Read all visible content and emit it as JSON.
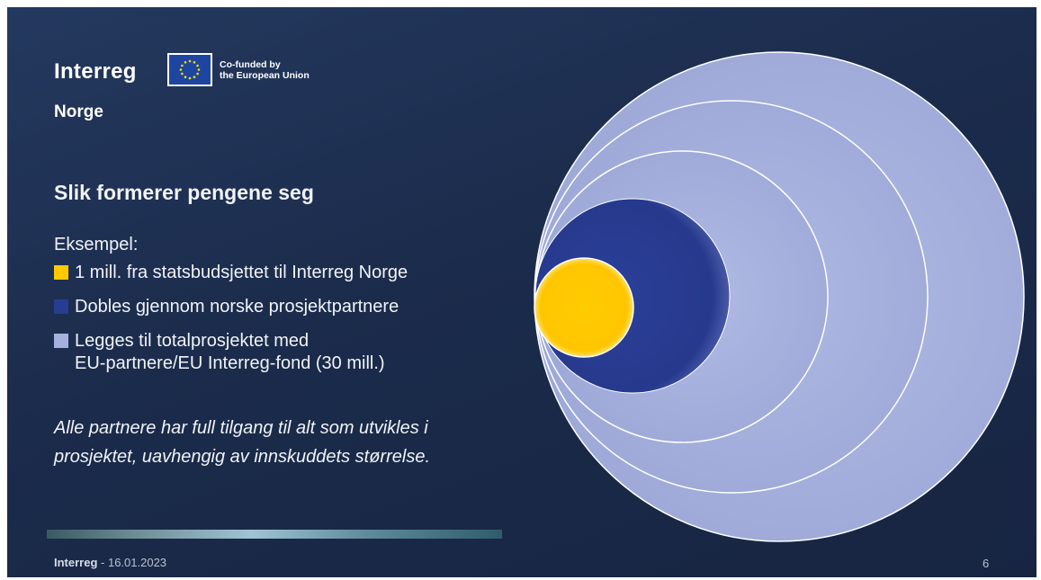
{
  "brand": {
    "name": "Interreg",
    "sub": "Norge",
    "cofunded_line1": "Co-funded by",
    "cofunded_line2": "the European Union"
  },
  "heading": "Slik formerer pengene seg",
  "intro": "Eksempel:",
  "legend": [
    {
      "color": "#ffc800",
      "text": "1 mill. fra statsbudsjettet til Interreg Norge"
    },
    {
      "color": "#263d91",
      "text": "Dobles gjennom norske prosjektpartnere"
    },
    {
      "color": "#a5b0dc",
      "text_line1": "Legges til totalprosjektet med",
      "text_line2": "EU-partnere/EU Interreg-fond  (30 mill.)"
    }
  ],
  "note_line1": "Alle partnere har full tilgang til alt som utvikles i",
  "note_line2": "prosjektet, uavhengig av innskuddets størrelse.",
  "footer": {
    "brand": "Interreg",
    "date": " - 16.01.2023"
  },
  "page_number": "6",
  "colors": {
    "background": "#1b2b4b",
    "yellow": "#ffc800",
    "dark_blue": "#263d91",
    "light_blue": "#a5b0dc"
  }
}
